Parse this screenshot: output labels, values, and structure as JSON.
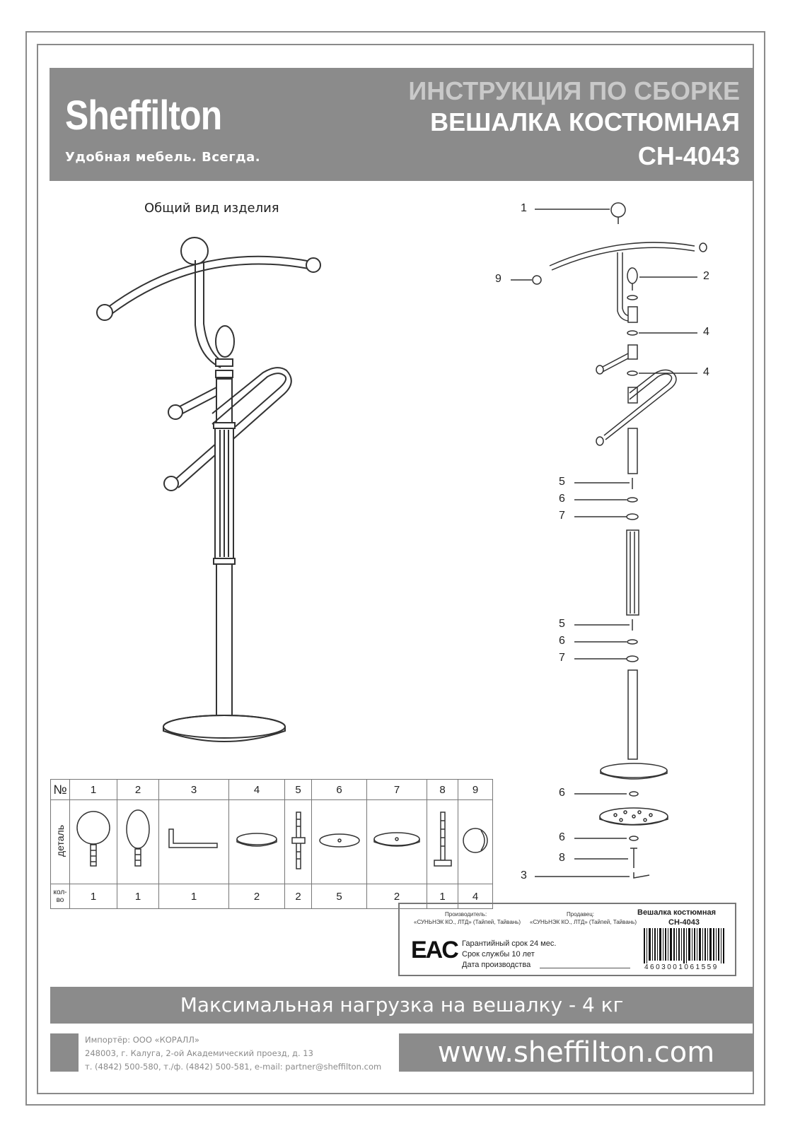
{
  "header": {
    "brand": "Sheffilton",
    "tagline": "Удобная мебель. Всегда.",
    "title_line1": "ИНСТРУКЦИЯ ПО СБОРКЕ",
    "title_line2": "ВЕШАЛКА КОСТЮМНАЯ",
    "title_line3": "CH-4043"
  },
  "general_view_caption": "Общий вид изделия",
  "exploded_labels": [
    "1",
    "2",
    "4",
    "4",
    "5",
    "6",
    "7",
    "5",
    "6",
    "7",
    "6",
    "6",
    "8",
    "3",
    "9"
  ],
  "parts_table": {
    "num_header": "№",
    "detail_label": "деталь",
    "qty_label_1": "кол-",
    "qty_label_2": "во",
    "numbers": [
      "1",
      "2",
      "3",
      "4",
      "5",
      "6",
      "7",
      "8",
      "9"
    ],
    "quantities": [
      "1",
      "1",
      "1",
      "2",
      "2",
      "5",
      "2",
      "1",
      "4"
    ]
  },
  "product_label": {
    "manufacturer_title": "Производитель:",
    "manufacturer": "«СУНЬНЭК КО., ЛТД» (Тайпей, Тайвань)",
    "seller_title": "Продавец:",
    "seller": "«СУНЬНЭК КО., ЛТД» (Тайпей, Тайвань)",
    "product_name": "Вешалка костюмная",
    "product_code": "CH-4043",
    "eac_mark": "EAC",
    "warranty": "Гарантийный срок 24 мес.",
    "service_life": "Срок службы 10 лет",
    "production_date": "Дата производства",
    "barcode": "4603001061559"
  },
  "max_load": "Максимальная нагрузка на вешалку - 4 кг",
  "importer": {
    "line1": "Импортёр: ООО «КОРАЛЛ»",
    "line2": "248003, г. Калуга, 2-ой Академический проезд, д. 13",
    "line3": "т. (4842) 500-580, т./ф. (4842) 500-581, e-mail: partner@sheffilton.com"
  },
  "website": "www.sheffilton.com"
}
